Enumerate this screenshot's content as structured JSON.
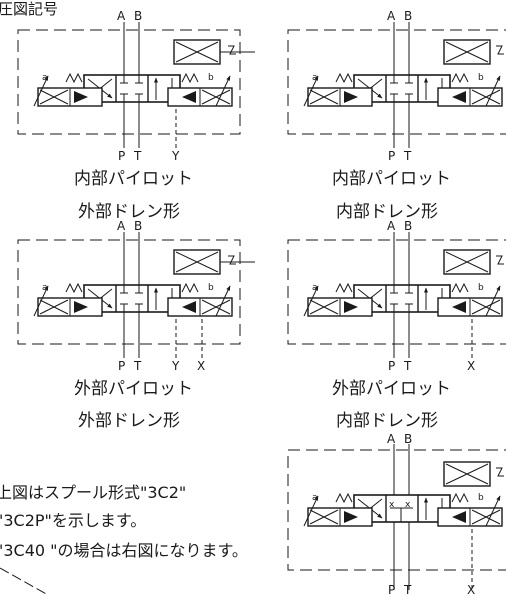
{
  "title": "圧図記号",
  "symbols": [
    {
      "ports_top": [
        "A",
        "B"
      ],
      "ports_bottom": [
        "P",
        "T",
        "Y"
      ],
      "caption": [
        "内部パイロット",
        "外部ドレン形"
      ]
    },
    {
      "ports_top": [
        "A",
        "B"
      ],
      "ports_bottom": [
        "P",
        "T"
      ],
      "caption": [
        "内部パイロット",
        "内部ドレン形"
      ]
    },
    {
      "ports_top": [
        "A",
        "B"
      ],
      "ports_bottom": [
        "P",
        "T",
        "Y",
        "X"
      ],
      "caption": [
        "外部パイロット",
        "外部ドレン形"
      ]
    },
    {
      "ports_top": [
        "A",
        "B"
      ],
      "ports_bottom": [
        "P",
        "T",
        "X"
      ],
      "caption": [
        "外部パイロット",
        "内部ドレン形"
      ]
    },
    {
      "ports_top": [
        "A",
        "B"
      ],
      "ports_bottom": [
        "P",
        "T",
        "X"
      ],
      "caption": []
    }
  ],
  "solenoid_labels": [
    "a",
    "b"
  ],
  "note": [
    "上図はスプール形式\"3C2\"",
    "\"3C2P\"を示します。",
    "\"3C40 \"の場合は右図になります。"
  ]
}
